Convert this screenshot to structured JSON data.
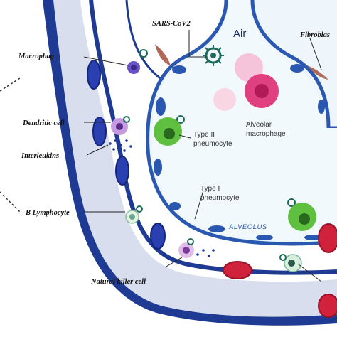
{
  "labels": {
    "sars": "SARS-CoV2",
    "air": "Air",
    "fibroblast": "Fibroblas",
    "macrophage": "Macrophag",
    "dendritic": "Dendritic cell",
    "interleukins": "Interleukins",
    "b_lymphocyte": "B Lymphocyte",
    "natural_killer": "Natural killer cell",
    "type2_line1": "Type II",
    "type2_line2": "pneumocyte",
    "alv_mac_line1": "Alveolar",
    "alv_mac_line2": "macrophage",
    "type1_line1": "Type I",
    "type1_line2": "pneumocyte",
    "alveolus": "ALVEOLUS"
  },
  "colors": {
    "vessel_outer": "#1f3a93",
    "vessel_lumen": "#d9deef",
    "rbc_blue": "#2a3fb0",
    "rbc_red": "#d0223a",
    "alveolus_bg": "#eef6fb",
    "type2_green": "#5fbf3f",
    "virus": "#1e6b5a",
    "alv_macrophage": "#e0407f"
  }
}
